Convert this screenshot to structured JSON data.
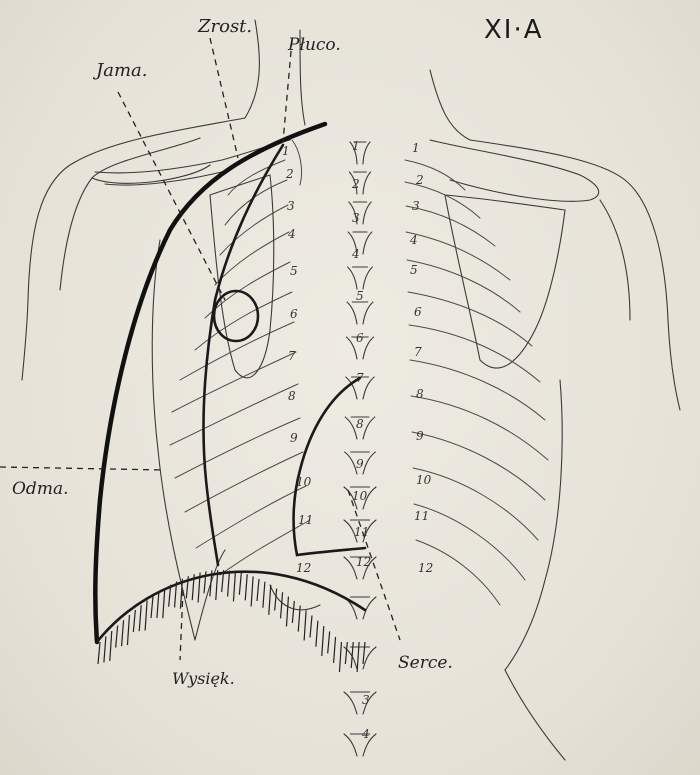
{
  "plate_label": "XI·A",
  "labels": {
    "zrost": "Zrost.",
    "pluco": "Płuco.",
    "jama": "Jama.",
    "odma": "Odma.",
    "wysiek": "Wysięk.",
    "serce": "Serce."
  },
  "front_rib_numbers": [
    "1",
    "2",
    "3",
    "4",
    "5",
    "6",
    "7",
    "8",
    "9",
    "10",
    "11",
    "12"
  ],
  "spine_numbers": [
    "1",
    "2",
    "3",
    "4",
    "5",
    "6",
    "7",
    "8",
    "9",
    "10",
    "11",
    "12"
  ],
  "lumbar_numbers": [
    "3",
    "4"
  ],
  "back_rib_numbers": [
    "1",
    "2",
    "3",
    "4",
    "5",
    "6",
    "7",
    "8",
    "9",
    "10",
    "11",
    "12"
  ]
}
